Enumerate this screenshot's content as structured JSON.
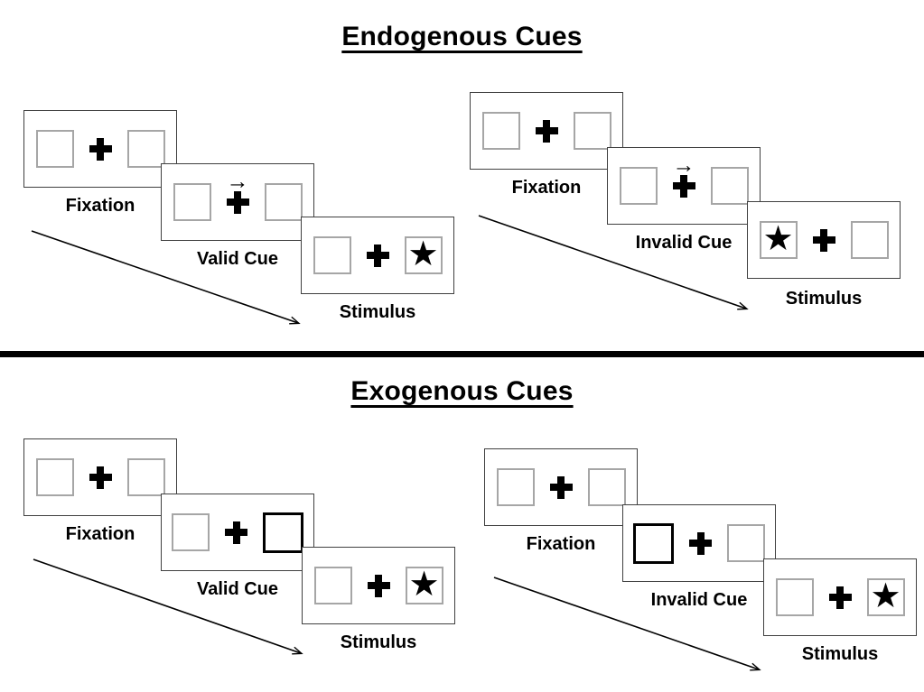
{
  "diagram": {
    "background_color": "#ffffff",
    "divider_color": "#000000",
    "panel_border_color": "#404040",
    "box_border_color": "#a6a6a6",
    "cue_highlight_color": "#000000",
    "glyphs": {
      "star": "★",
      "cue_arrow": "→"
    },
    "icons": {
      "fixation_cross": "plus-cross-icon",
      "target_star": "star-icon",
      "endogenous_cue": "right-arrow-icon",
      "sequence": "diagonal-timeline-arrow"
    },
    "sections": [
      {
        "title": "Endogenous Cues",
        "trials": [
          {
            "name": "valid",
            "steps": [
              {
                "label": "Fixation",
                "left_box": "empty",
                "right_box": "empty",
                "cue": "none"
              },
              {
                "label": "Valid Cue",
                "left_box": "empty",
                "right_box": "empty",
                "cue": "arrow-right"
              },
              {
                "label": "Stimulus",
                "left_box": "empty",
                "right_box": "star",
                "cue": "none"
              }
            ]
          },
          {
            "name": "invalid",
            "steps": [
              {
                "label": "Fixation",
                "left_box": "empty",
                "right_box": "empty",
                "cue": "none"
              },
              {
                "label": "Invalid Cue",
                "left_box": "empty",
                "right_box": "empty",
                "cue": "arrow-right"
              },
              {
                "label": "Stimulus",
                "left_box": "star",
                "right_box": "empty",
                "cue": "none"
              }
            ]
          }
        ]
      },
      {
        "title": "Exogenous Cues",
        "trials": [
          {
            "name": "valid",
            "steps": [
              {
                "label": "Fixation",
                "left_box": "empty",
                "right_box": "empty",
                "cue": "none"
              },
              {
                "label": "Valid Cue",
                "left_box": "empty",
                "right_box": "highlighted",
                "cue": "highlight-right"
              },
              {
                "label": "Stimulus",
                "left_box": "empty",
                "right_box": "star",
                "cue": "none"
              }
            ]
          },
          {
            "name": "invalid",
            "steps": [
              {
                "label": "Fixation",
                "left_box": "empty",
                "right_box": "empty",
                "cue": "none"
              },
              {
                "label": "Invalid Cue",
                "left_box": "highlighted",
                "right_box": "empty",
                "cue": "highlight-left"
              },
              {
                "label": "Stimulus",
                "left_box": "empty",
                "right_box": "star",
                "cue": "none"
              }
            ]
          }
        ]
      }
    ]
  }
}
